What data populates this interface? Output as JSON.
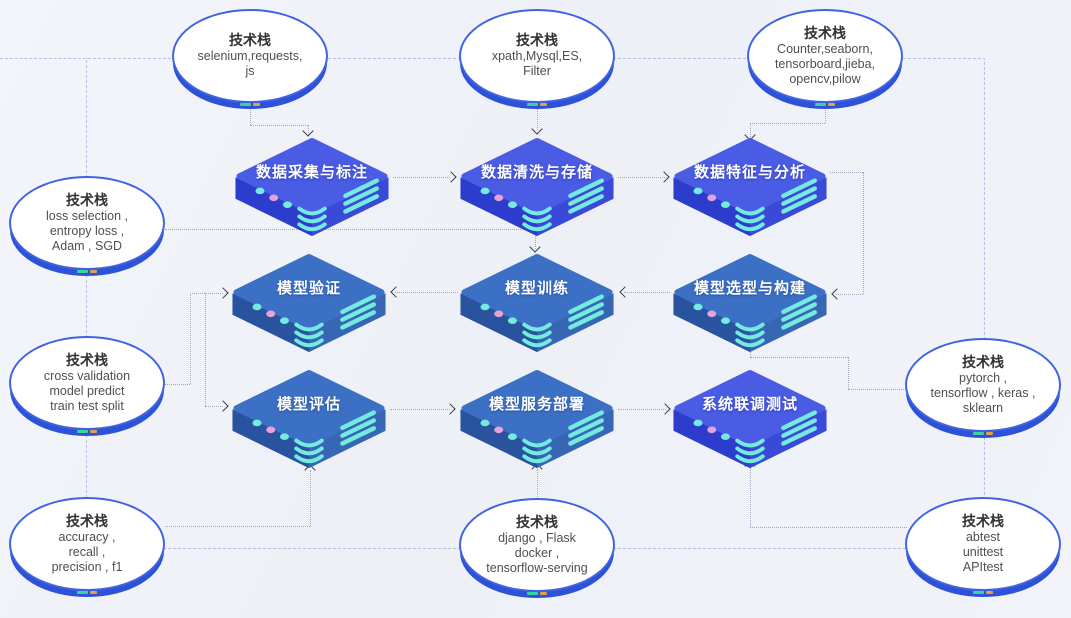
{
  "colors": {
    "bg": "#edf0f6",
    "frame": "#b6bcec",
    "connector": "#a2a8ba",
    "arrow": "#383c46",
    "node_border": "#4064e0",
    "node_rim": "#2d52d8",
    "indigo_top": "#4a5be4",
    "indigo_left": "#2c3ccc",
    "indigo_right": "#3a49d8",
    "steel_top": "#3c70c4",
    "steel_left": "#29539e",
    "steel_right": "#3766b4",
    "accent_cyan": "#74ebdf",
    "accent_pink": "#e8a2da",
    "rim_green": "#3ad29e",
    "rim_orange": "#e2a23e"
  },
  "stacks": [
    {
      "title": "技术栈",
      "lines": [
        "selenium,requests,",
        "js"
      ]
    },
    {
      "title": "技术栈",
      "lines": [
        "xpath,Mysql,ES,",
        "Filter"
      ]
    },
    {
      "title": "技术栈",
      "lines": [
        "Counter,seaborn,",
        "tensorboard,jieba,",
        "opencv,pilow"
      ]
    },
    {
      "title": "技术栈",
      "lines": [
        "loss selection ,",
        "entropy loss ,",
        "Adam , SGD"
      ]
    },
    {
      "title": "技术栈",
      "lines": [
        "cross validation",
        "model predict",
        "train test split"
      ]
    },
    {
      "title": "技术栈",
      "lines": [
        "accuracy ,",
        "recall ,",
        "precision , f1"
      ]
    },
    {
      "title": "技术栈",
      "lines": [
        "django , Flask",
        "docker ,",
        "tensorflow-serving"
      ]
    },
    {
      "title": "技术栈",
      "lines": [
        "pytorch ,",
        "tensorflow , keras ,",
        "sklearn"
      ]
    },
    {
      "title": "技术栈",
      "lines": [
        "abtest",
        "unittest",
        "APItest"
      ]
    }
  ],
  "modules": [
    {
      "label": "数据采集与标注",
      "variant": "indigo"
    },
    {
      "label": "数据清洗与存储",
      "variant": "indigo"
    },
    {
      "label": "数据特征与分析",
      "variant": "indigo"
    },
    {
      "label": "模型验证",
      "variant": "steel"
    },
    {
      "label": "模型训练",
      "variant": "steel"
    },
    {
      "label": "模型选型与构建",
      "variant": "steel"
    },
    {
      "label": "模型评估",
      "variant": "steel"
    },
    {
      "label": "模型服务部署",
      "variant": "steel"
    },
    {
      "label": "系统联调测试",
      "variant": "indigo"
    }
  ]
}
